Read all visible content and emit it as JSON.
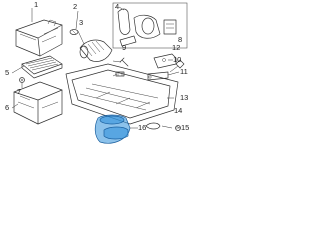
{
  "diagram": {
    "callouts": {
      "c1": "1",
      "c2": "2",
      "c3": "3",
      "c4": "4",
      "c5": "5",
      "c6": "6",
      "c7": "7",
      "c8": "8",
      "c9": "9",
      "c10": "10",
      "c11": "11",
      "c12": "12",
      "c13": "13",
      "c14": "14",
      "c15": "15",
      "c16": "16"
    },
    "highlight_color": "#2e8fdb"
  }
}
